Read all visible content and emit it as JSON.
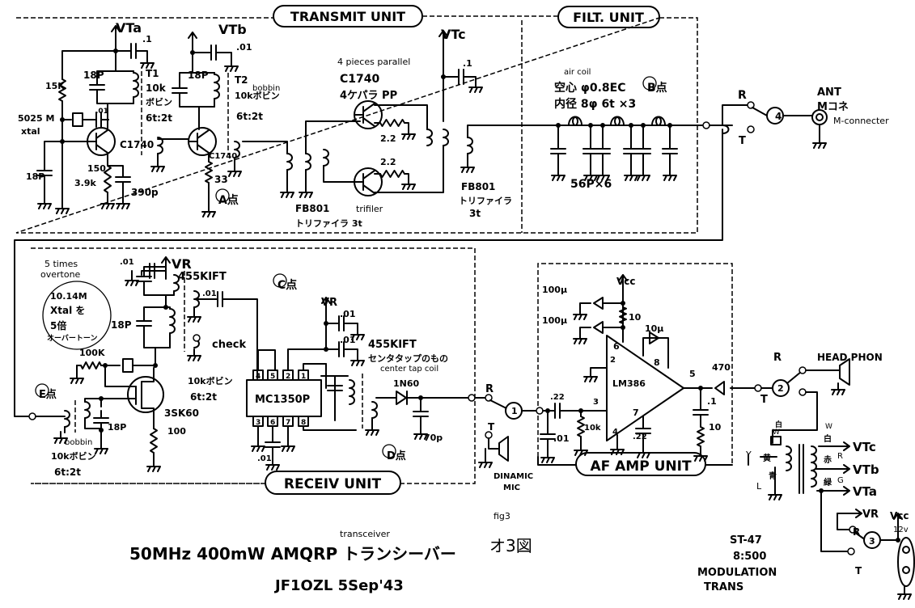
{
  "units": {
    "transmit": "TRANSMIT UNIT",
    "filter": "FILT. UNIT",
    "receive": "RECEIV UNIT",
    "af": "AF AMP UNIT"
  },
  "transmit": [
    "VTa",
    "VTb",
    "VTc",
    ".1",
    ".01",
    ".1",
    "18P",
    "18P",
    "15K",
    "5025 M",
    "xtal",
    ".01",
    "C1740",
    "C1740",
    "T1",
    "10k",
    "ボビン",
    "6t:2t",
    "T2",
    "bobbin",
    "10kボビン",
    "6t:2t",
    "18P",
    "3.9k",
    "150",
    "390p",
    "33",
    "A点",
    "4 pieces parallel",
    "C1740",
    "4ケパラ PP",
    "2.2",
    "2.2",
    "FB801",
    "trifiler",
    "トリファイラ 3t",
    "FB801",
    "トリファイラ",
    "3t"
  ],
  "filter": [
    "air coil",
    "空心 φ0.8EC",
    "内径 8φ 6t ×3",
    "B点",
    "56P×6"
  ],
  "antenna": [
    "R",
    "T",
    "4",
    "ANT",
    "Mコネ",
    "M-connecter"
  ],
  "receive": [
    "5 times",
    "overtone",
    "10.14M",
    "Xtal を",
    "5倍",
    "オーバートーン",
    ".01",
    "VR",
    "455KIFT",
    "18P",
    "check",
    "100K",
    "10kボビン",
    "6t:2t",
    "3SK60",
    "100",
    "E点",
    "18P",
    "bobbin",
    "10kボビン",
    "6t:2t",
    ".01",
    "C点",
    "VR",
    ".01",
    ".01",
    "455KIFT",
    "センタタップのもの",
    "center tap coil",
    "MC1350P",
    "1N60",
    "70p",
    "D点",
    ".01",
    "4",
    "5",
    "2",
    "1",
    "3",
    "6",
    "7",
    "8"
  ],
  "af": [
    "R",
    "1",
    "T",
    "DINAMIC",
    "MIC",
    ".22",
    ".01",
    "10k",
    "3",
    "2",
    "LM386",
    "Vcc",
    "100μ",
    "100μ",
    "10",
    "6",
    "10μ",
    "8",
    "7",
    ".22",
    "4",
    "5",
    "470",
    ".1",
    "10",
    "2",
    "R",
    "HEAD PHON",
    "T",
    "W",
    "白",
    "W",
    "白",
    "Y",
    "黄",
    "L",
    "青",
    "赤",
    "R",
    "緑",
    "G",
    "VTc",
    "VTb",
    "VTa",
    "ST-47",
    "8:500",
    "MODULATION",
    "TRANS",
    "VR",
    "R",
    "3",
    "T",
    "Vcc",
    "12v"
  ],
  "footer": {
    "title": "50MHz 400mW AMQRP トランシーバー",
    "subtitle": "transceiver",
    "author": "JF1OZL  5Sep'43",
    "fig_en": "fig3",
    "fig_jp": "オ3図"
  }
}
